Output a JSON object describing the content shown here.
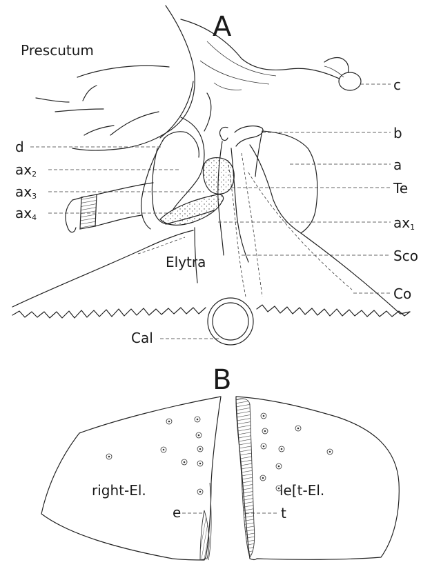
{
  "panel_a": {
    "letter": "A",
    "prescutum": "Prescutum",
    "elytra": "Elytra",
    "labels_right": {
      "c": "c",
      "b": "b",
      "a": "a",
      "te": "Te",
      "ax1_base": "ax",
      "ax1_sub": "1",
      "sco": "Sco",
      "co": "Co"
    },
    "labels_left": {
      "d": "d",
      "ax2_base": "ax",
      "ax2_sub": "2",
      "ax3_base": "ax",
      "ax3_sub": "3",
      "ax4_base": "ax",
      "ax4_sub": "4"
    },
    "cal": "Cal"
  },
  "panel_b": {
    "letter": "B",
    "right_el": "right-El.",
    "left_el": "le[t-El.",
    "e": "e",
    "t": "t"
  }
}
